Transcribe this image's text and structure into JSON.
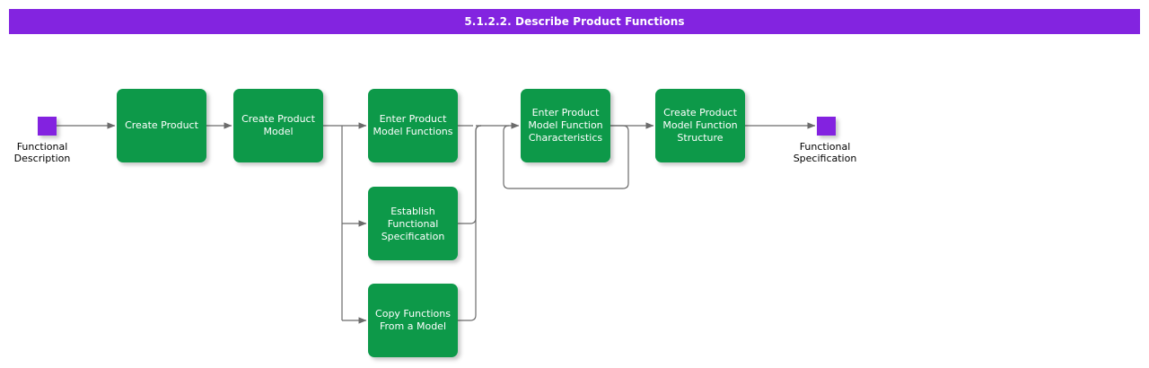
{
  "header": {
    "title": "5.1.2.2. Describe Product Functions",
    "bg_color": "#8324e0",
    "text_color": "#ffffff"
  },
  "theme": {
    "node_fill": "#089949",
    "node_text": "#ffffff",
    "endpoint_fill": "#8324e0",
    "connector": "#6b6b6b",
    "page_bg": "#ffffff"
  },
  "diagram": {
    "type": "flowchart",
    "start": {
      "name": "functional-description",
      "label_line1": "Functional",
      "label_line2": "Description",
      "shape": "square",
      "color": "#8324e0"
    },
    "end": {
      "name": "functional-specification",
      "label_line1": "Functional",
      "label_line2": "Specification",
      "shape": "square",
      "color": "#8324e0"
    },
    "nodes": [
      {
        "id": "create-product",
        "lines": [
          "Create Product"
        ]
      },
      {
        "id": "create-product-model",
        "lines": [
          "Create Product",
          "Model"
        ]
      },
      {
        "id": "enter-product-model-functions",
        "lines": [
          "Enter Product",
          "Model Functions"
        ]
      },
      {
        "id": "establish-functional-specification",
        "lines": [
          "Establish",
          "Functional",
          "Specification"
        ]
      },
      {
        "id": "copy-functions-from-a-model",
        "lines": [
          "Copy Functions",
          "From a Model"
        ]
      },
      {
        "id": "enter-product-model-function-characteristics",
        "lines": [
          "Enter Product",
          "Model Function",
          "Characteristics"
        ]
      },
      {
        "id": "create-product-model-function-structure",
        "lines": [
          "Create Product",
          "Model Function",
          "Structure"
        ]
      }
    ]
  }
}
